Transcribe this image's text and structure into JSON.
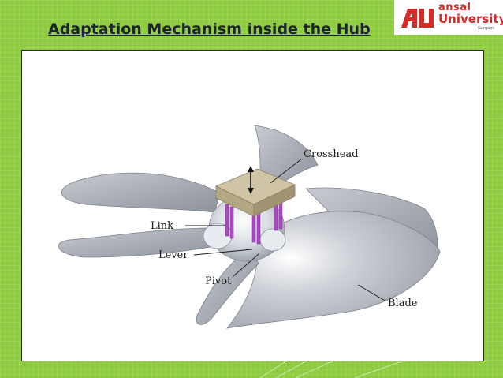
{
  "slide": {
    "title": "Adaptation Mechanism inside the Hub",
    "logo": {
      "line1": "ansal",
      "line2": "University",
      "line3": "Gurgaon",
      "colors": {
        "brand_red": "#d42b27"
      }
    }
  },
  "diagram": {
    "labels": {
      "crosshead": "Crosshead",
      "link": "Link",
      "lever": "Lever",
      "pivot": "Pivot",
      "blade": "Blade"
    },
    "colors": {
      "blade": "#a9adb5",
      "crosshead": "#cbbf9f",
      "link": "#b047c8",
      "background": "#8dcc3c"
    }
  }
}
